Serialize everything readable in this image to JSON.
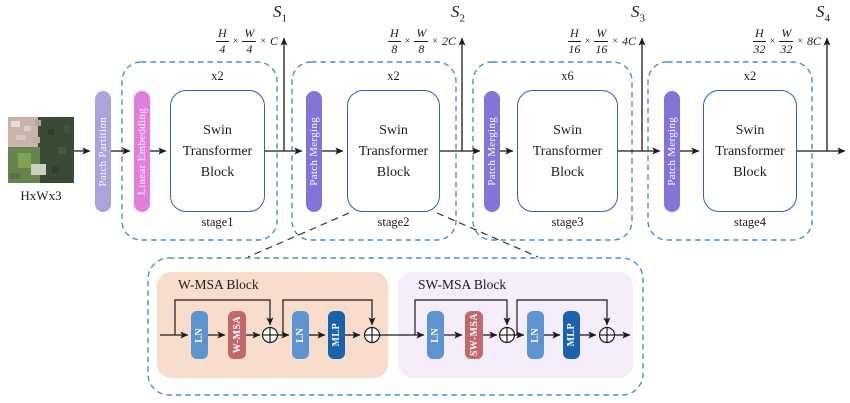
{
  "figure": {
    "input_label": "HxWx3",
    "patch_partition": "Patch Partition",
    "linear_embedding": "Linear Embedding",
    "patch_merging": "Patch Merging",
    "swin_block": "Swin Transformer Block",
    "times": "×",
    "stages": [
      {
        "name": "stage1",
        "repeat": "x2",
        "dim": {
          "n1": "H",
          "d1": "4",
          "n2": "W",
          "d2": "4",
          "c": "C"
        },
        "out": {
          "base": "S",
          "sub": "1"
        }
      },
      {
        "name": "stage2",
        "repeat": "x2",
        "dim": {
          "n1": "H",
          "d1": "8",
          "n2": "W",
          "d2": "8",
          "c": "2C"
        },
        "out": {
          "base": "S",
          "sub": "2"
        }
      },
      {
        "name": "stage3",
        "repeat": "x6",
        "dim": {
          "n1": "H",
          "d1": "16",
          "n2": "W",
          "d2": "16",
          "c": "4C"
        },
        "out": {
          "base": "S",
          "sub": "3"
        }
      },
      {
        "name": "stage4",
        "repeat": "x2",
        "dim": {
          "n1": "H",
          "d1": "32",
          "n2": "W",
          "d2": "32",
          "c": "8C"
        },
        "out": {
          "base": "S",
          "sub": "4"
        }
      }
    ],
    "detail": {
      "wmsa": {
        "title": "W-MSA Block",
        "ln1": "LN",
        "msa": "W-MSA",
        "ln2": "LN",
        "mlp": "MLP"
      },
      "swmsa": {
        "title": "SW-MSA Block",
        "ln1": "LN",
        "msa": "SW-MSA",
        "ln2": "LN",
        "mlp": "MLP"
      }
    },
    "colors": {
      "patch_partition": "#a8a4dc",
      "linear_embedding": "#e27edb",
      "patch_merging": "#8176d8",
      "swin_border": "#2f62b5",
      "dashed_outline": "#4b90c8",
      "ln_bar": "#5d93ce",
      "msa_bar": "#c0686c",
      "mlp_bar": "#1a62ab",
      "wmsa_background": "#f9ddcc",
      "swmsa_background": "#f6edfa"
    }
  }
}
